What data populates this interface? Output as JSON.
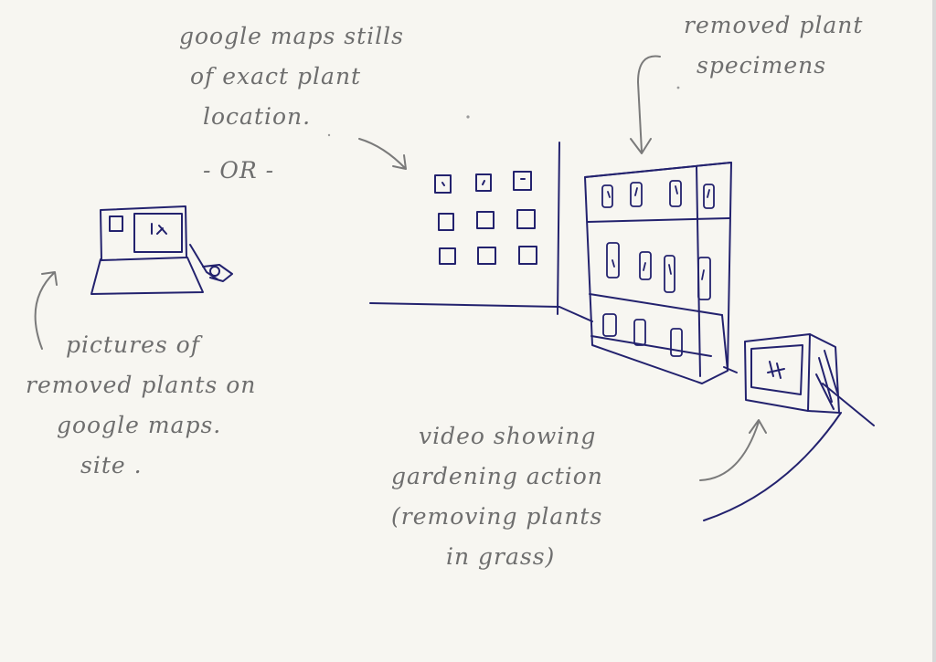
{
  "annotations": {
    "google_maps_stills": [
      "google maps stills",
      "of exact plant",
      "location."
    ],
    "or_divider": "- OR -",
    "removed_specimens": [
      "removed plant",
      "specimens"
    ],
    "pictures_on_maps": [
      "pictures of",
      "removed plants on",
      "google maps.",
      "site ."
    ],
    "video_action": [
      "video showing",
      "gardening action",
      "(removing plants",
      "in grass)"
    ]
  },
  "colors": {
    "paper": "#f7f6f1",
    "pencil": "#6e6e6e",
    "ink": "#23226e"
  }
}
